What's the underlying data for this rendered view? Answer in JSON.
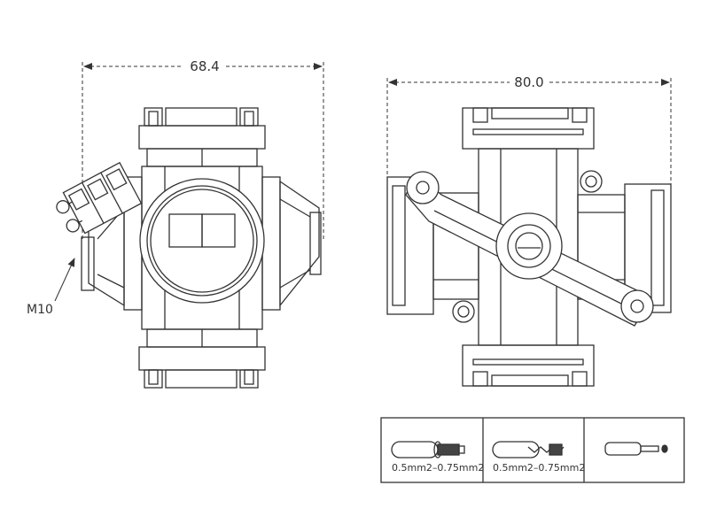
{
  "dimensions": {
    "left_width": "68.4",
    "right_width": "80.0",
    "thread": "M10"
  },
  "wire_table": {
    "cells": [
      {
        "label": "0.5mm2–0.75mm2",
        "icon": "stranded-wire-icon"
      },
      {
        "label": "0.5mm2–0.75mm2",
        "icon": "twisted-wire-icon"
      },
      {
        "label": "",
        "icon": "bare-wire-end-icon"
      }
    ]
  },
  "colors": {
    "line": "#333333",
    "background": "#ffffff"
  }
}
